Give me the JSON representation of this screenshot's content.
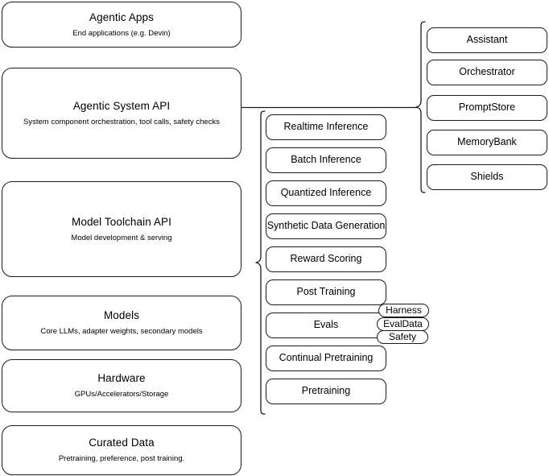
{
  "diagram": {
    "title": "Agentic Stack Architecture Diagram",
    "stroke_color": "#1a1a1a",
    "background_color": "#ffffff"
  },
  "layers": [
    {
      "id": "agentic-apps",
      "title": "Agentic Apps",
      "subtitle": "End applications (e.g. Devin)"
    },
    {
      "id": "agentic-system-api",
      "title": "Agentic System API",
      "subtitle": "System component orchestration, tool calls, safety checks"
    },
    {
      "id": "model-toolchain-api",
      "title": "Model Toolchain API",
      "subtitle": "Model development & serving"
    },
    {
      "id": "models",
      "title": "Models",
      "subtitle": "Core LLMs, adapter weights, secondary models"
    },
    {
      "id": "hardware",
      "title": "Hardware",
      "subtitle": "GPUs/Accelerators/Storage"
    },
    {
      "id": "curated-data",
      "title": "Curated Data",
      "subtitle": "Pretraining, preference, post training."
    }
  ],
  "toolchain_components": [
    {
      "id": "realtime-inference",
      "label": "Realtime Inference"
    },
    {
      "id": "batch-inference",
      "label": "Batch Inference"
    },
    {
      "id": "quantized-inference",
      "label": "Quantized Inference"
    },
    {
      "id": "synthetic-data-generation",
      "label": "Synthetic Data Generation"
    },
    {
      "id": "reward-scoring",
      "label": "Reward Scoring"
    },
    {
      "id": "post-training",
      "label": "Post Training"
    },
    {
      "id": "evals",
      "label": "Evals"
    },
    {
      "id": "continual-pretraining",
      "label": "Continual Pretraining"
    },
    {
      "id": "pretraining",
      "label": "Pretraining"
    }
  ],
  "eval_subcomponents": [
    {
      "id": "harness",
      "label": "Harness"
    },
    {
      "id": "evaldata",
      "label": "EvalData"
    },
    {
      "id": "safety",
      "label": "Safety"
    }
  ],
  "system_components": [
    {
      "id": "assistant",
      "label": "Assistant"
    },
    {
      "id": "orchestrator",
      "label": "Orchestrator"
    },
    {
      "id": "promptstore",
      "label": "PromptStore"
    },
    {
      "id": "memorybank",
      "label": "MemoryBank"
    },
    {
      "id": "shields",
      "label": "Shields"
    }
  ]
}
